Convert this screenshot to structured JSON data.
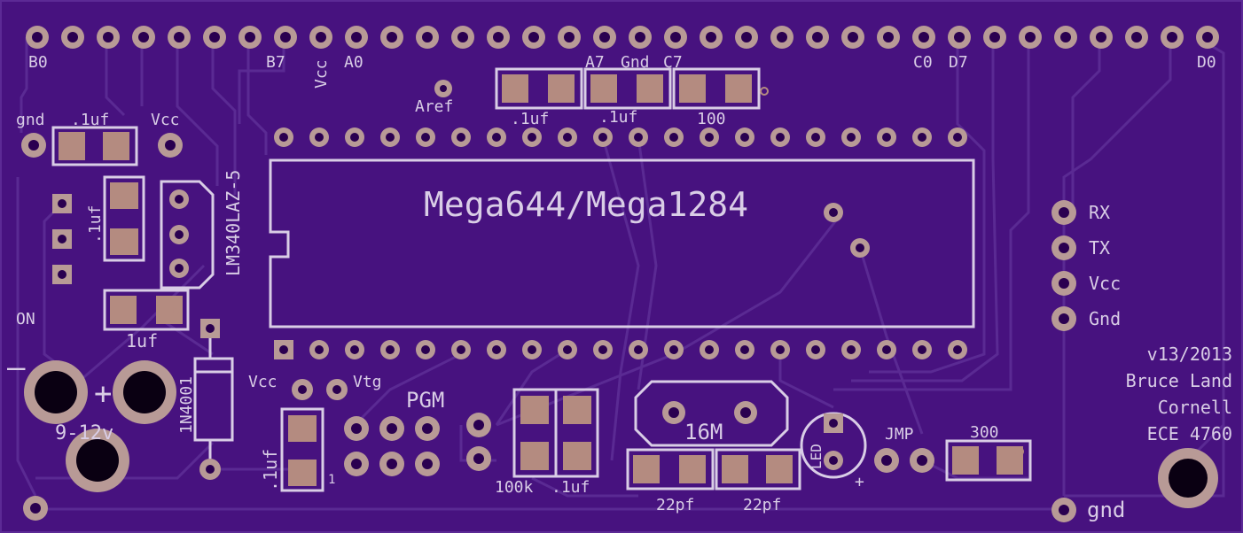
{
  "colors": {
    "board": "#47127f",
    "trace": "#5a2a93",
    "silk": "#d9cde6",
    "pad": "#b89a96",
    "hole": "#2a0050",
    "smd": "#b48b80"
  },
  "labels": {
    "b0": "B0",
    "b7": "B7",
    "vcc_top": "Vcc",
    "a0": "A0",
    "a7": "A7",
    "gnd_top": "Gnd",
    "c7": "C7",
    "c0": "C0",
    "d7": "D7",
    "d0": "D0",
    "aref": "Aref",
    "cap1": ".1uf",
    "cap2": ".1uf",
    "res100": "100",
    "gnd_left": "gnd",
    "cap_left": ".1uf",
    "vcc_left": "Vcc",
    "cap_vert": ".1uf",
    "regulator": "LM340LAZ-5",
    "chip": "Mega644/Mega1284",
    "on": "ON",
    "cap_1uf": "1uf",
    "minus": "–",
    "plus": "+",
    "supply": "9-12v",
    "diode": "1N4001",
    "vcc_prog": "Vcc",
    "vtg": "Vtg",
    "pgm": "PGM",
    "cap_prog": ".1uf",
    "pin1": "1",
    "res100k": "100k",
    "cap_reset": ".1uf",
    "crystal": "16M",
    "cap22a": "22pf",
    "cap22b": "22pf",
    "led": "LED",
    "led_plus": "+",
    "jmp": "JMP",
    "res300": "300",
    "rx": "RX",
    "tx": "TX",
    "vcc_ser": "Vcc",
    "gnd_ser": "Gnd",
    "version": "v13/2013",
    "author": "Bruce Land",
    "school": "Cornell",
    "course": "ECE 4760",
    "gnd_bottom": "gnd"
  }
}
